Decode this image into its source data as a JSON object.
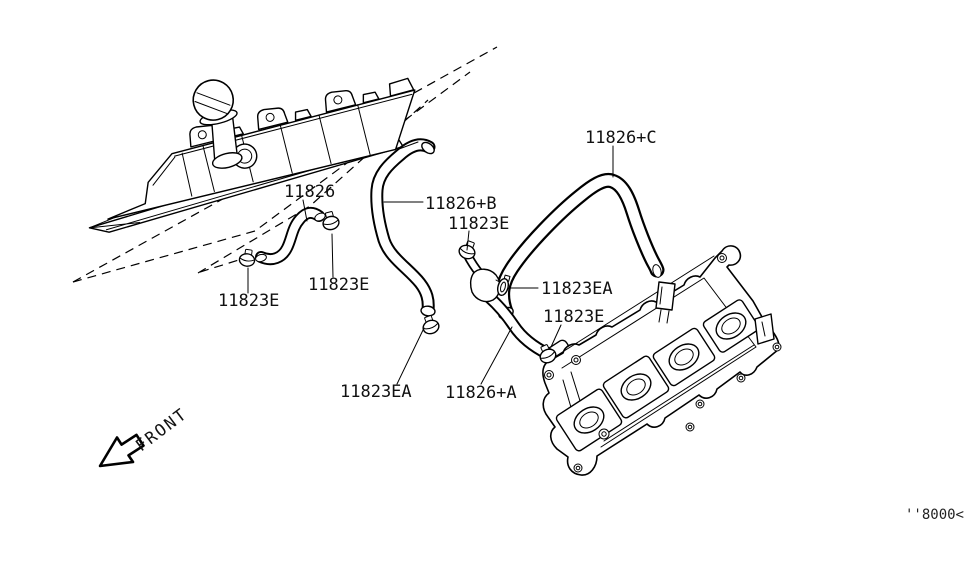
{
  "figure": {
    "type": "engine-parts-diagram",
    "front_label": "FRONT",
    "footer_code": "''8000<"
  },
  "colors": {
    "background": "#ffffff",
    "line": "#000000"
  },
  "callouts": [
    {
      "id": "c-11826",
      "label": "11826"
    },
    {
      "id": "c-11826b",
      "label": "11826+B"
    },
    {
      "id": "c-11826c",
      "label": "11826+C"
    },
    {
      "id": "c-11823e-upper",
      "label": "11823E"
    },
    {
      "id": "c-11823e-left",
      "label": "11823E"
    },
    {
      "id": "c-11823e-mid",
      "label": "11823E"
    },
    {
      "id": "c-11823ea-right",
      "label": "11823EA"
    },
    {
      "id": "c-11823e-lower",
      "label": "11823E"
    },
    {
      "id": "c-11823ea-bottom",
      "label": "11823EA"
    },
    {
      "id": "c-11826a",
      "label": "11826+A"
    }
  ]
}
